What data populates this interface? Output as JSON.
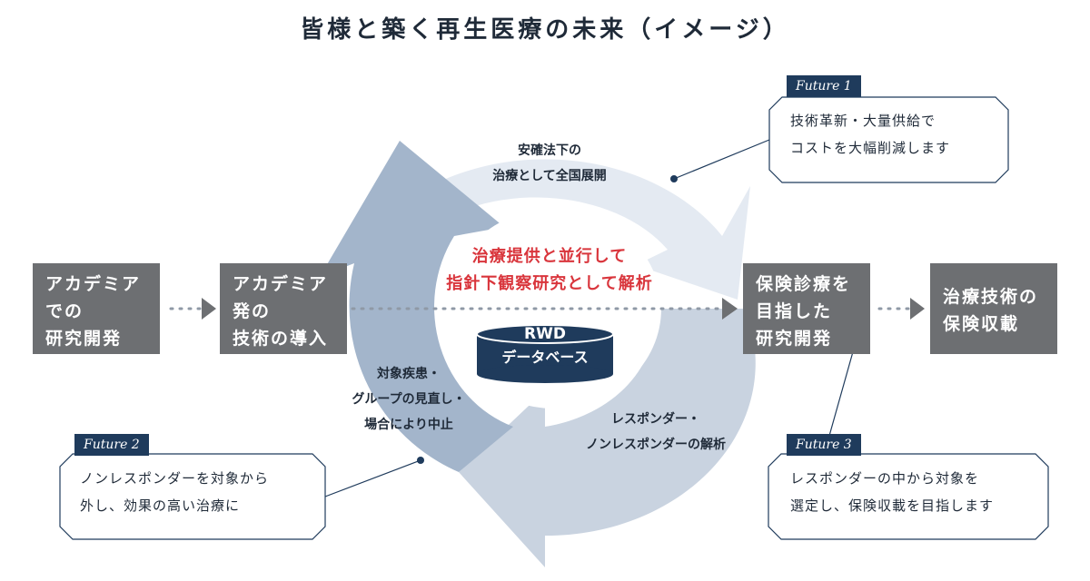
{
  "title": "皆様と築く再生医療の未来（イメージ）",
  "steps": [
    {
      "lines": [
        "アカデミア",
        "での",
        "研究開発"
      ]
    },
    {
      "lines": [
        "アカデミア",
        "発の",
        "技術の導入"
      ]
    },
    {
      "lines": [
        "保険診療を",
        "目指した",
        "研究開発"
      ]
    },
    {
      "lines": [
        "治療技術の",
        "保険収載"
      ]
    }
  ],
  "cycle": {
    "top_label": [
      "安確法下の",
      "治療として全国展開"
    ],
    "left_label": [
      "対象疾患・",
      "グループの見直し・",
      "場合により中止"
    ],
    "right_label": [
      "レスポンダー・",
      "ノンレスポンダーの解析"
    ],
    "center_text": [
      "治療提供と並行して",
      "指針下観察研究として解析"
    ]
  },
  "database": {
    "line1": "RWD",
    "line2": "データベース"
  },
  "futures": [
    {
      "tag": "Future 1",
      "lines": [
        "技術革新・大量供給で",
        "コストを大幅削減します"
      ]
    },
    {
      "tag": "Future 2",
      "lines": [
        "ノンレスポンダーを対象から",
        "外し、効果の高い治療に"
      ]
    },
    {
      "tag": "Future 3",
      "lines": [
        "レスポンダーの中から対象を",
        "選定し、保険収載を目指します"
      ]
    }
  ],
  "colors": {
    "step_gray": "#6d6f72",
    "navy": "#1f3b5c",
    "accent_red": "#d9353c",
    "arrow_light": "#e3e9f1",
    "arrow_mid": "#c9d3e0",
    "arrow_dark": "#9aaec6"
  }
}
